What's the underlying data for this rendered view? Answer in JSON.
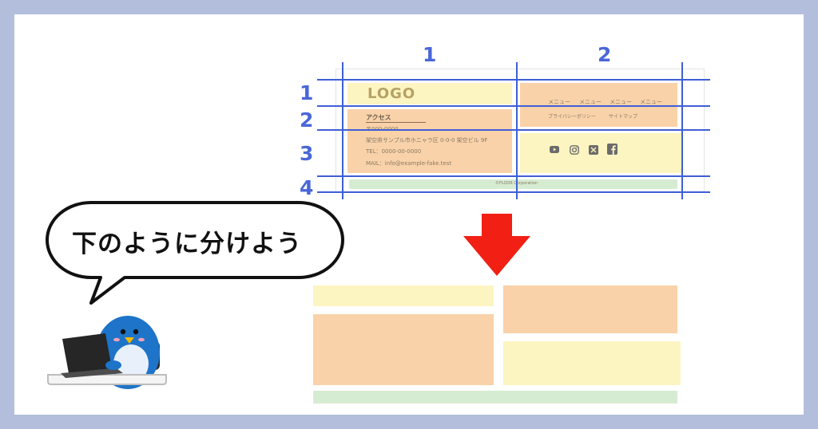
{
  "colors": {
    "background": "#b3bedd",
    "card": "#ffffff",
    "grid_line": "#3f5fd6",
    "yellow_area": "#fdf5c1",
    "orange_area": "#f9d2a9",
    "green_area": "#d6ecd2",
    "arrow": "#f21f14"
  },
  "grid": {
    "columns": [
      "1",
      "2"
    ],
    "rows": [
      "1",
      "2",
      "3",
      "4"
    ]
  },
  "wireframe": {
    "logo": "LOGO",
    "access_title": "アクセス",
    "postal": "〒000-0000",
    "address": "架空県サンプル市ホニャラ区 0-0-0 架空ビル 9F",
    "tel": "TEL：0000-00-0000",
    "mail": "MAIL：info@example-fake.test",
    "menu_items": [
      "メニュー",
      "メニュー",
      "メニュー",
      "メニュー"
    ],
    "sub_links": [
      "プライバシーポリシー",
      "サイトマップ"
    ],
    "sns_icons": [
      "youtube-icon",
      "instagram-icon",
      "x-icon",
      "facebook-icon"
    ],
    "copyright": "©FLOOR Corporation"
  },
  "speech_bubble": {
    "text": "下のように分けよう"
  },
  "illustration": {
    "character": "penguin-at-laptop"
  }
}
